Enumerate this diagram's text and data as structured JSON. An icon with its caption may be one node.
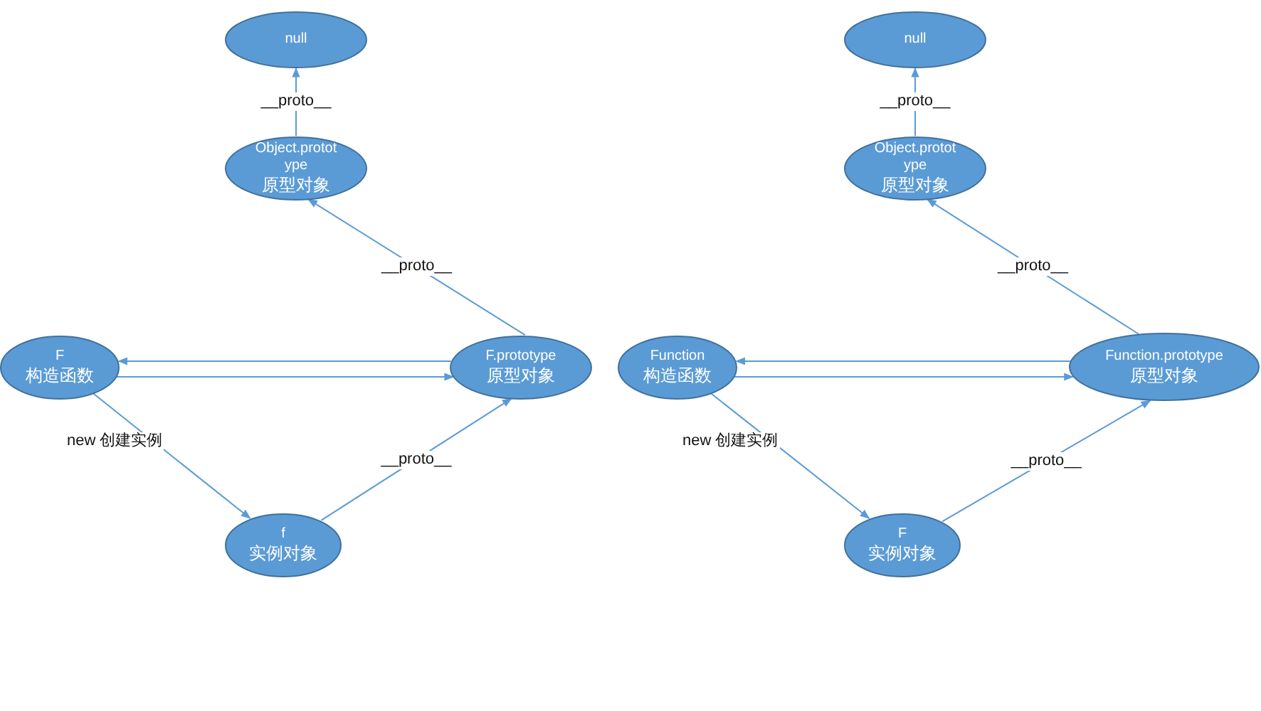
{
  "diagram": {
    "nodes": [
      {
        "text": [
          "null"
        ]
      },
      {
        "text": [
          "Object.prototype",
          "原型对象"
        ]
      },
      {
        "text": [
          "F",
          "构造函数"
        ]
      },
      {
        "text": [
          "F.prototype",
          "原型对象"
        ]
      },
      {
        "text": [
          "f",
          "实例对象"
        ]
      },
      {
        "text": [
          "null"
        ]
      },
      {
        "text": [
          "Object.prototype",
          "原型对象"
        ]
      },
      {
        "text": [
          "Function",
          "构造函数"
        ]
      },
      {
        "text": [
          "Function.prototype",
          "原型对象"
        ]
      },
      {
        "text": [
          "F",
          "实例对象"
        ]
      }
    ],
    "edges": [
      {
        "from": 1,
        "to": 0,
        "arrow": "to",
        "label": "__proto__"
      },
      {
        "from": 3,
        "to": 1,
        "arrow": "to",
        "label": "__proto__"
      },
      {
        "from": 3,
        "to": 2,
        "arrow": "to"
      },
      {
        "from": 2,
        "to": 3,
        "arrow": "to"
      },
      {
        "from": 2,
        "to": 4,
        "arrow": "to",
        "label": "new 创建实例"
      },
      {
        "from": 4,
        "to": 3,
        "arrow": "to",
        "label": "__proto__"
      },
      {
        "from": 6,
        "to": 5,
        "arrow": "to",
        "label": "__proto__"
      },
      {
        "from": 8,
        "to": 6,
        "arrow": "to",
        "label": "__proto__"
      },
      {
        "from": 8,
        "to": 7,
        "arrow": "to"
      },
      {
        "from": 7,
        "to": 8,
        "arrow": "to"
      },
      {
        "from": 7,
        "to": 9,
        "arrow": "to",
        "label": "new 创建实例"
      },
      {
        "from": 9,
        "to": 8,
        "arrow": "to",
        "label": "__proto__"
      }
    ]
  }
}
